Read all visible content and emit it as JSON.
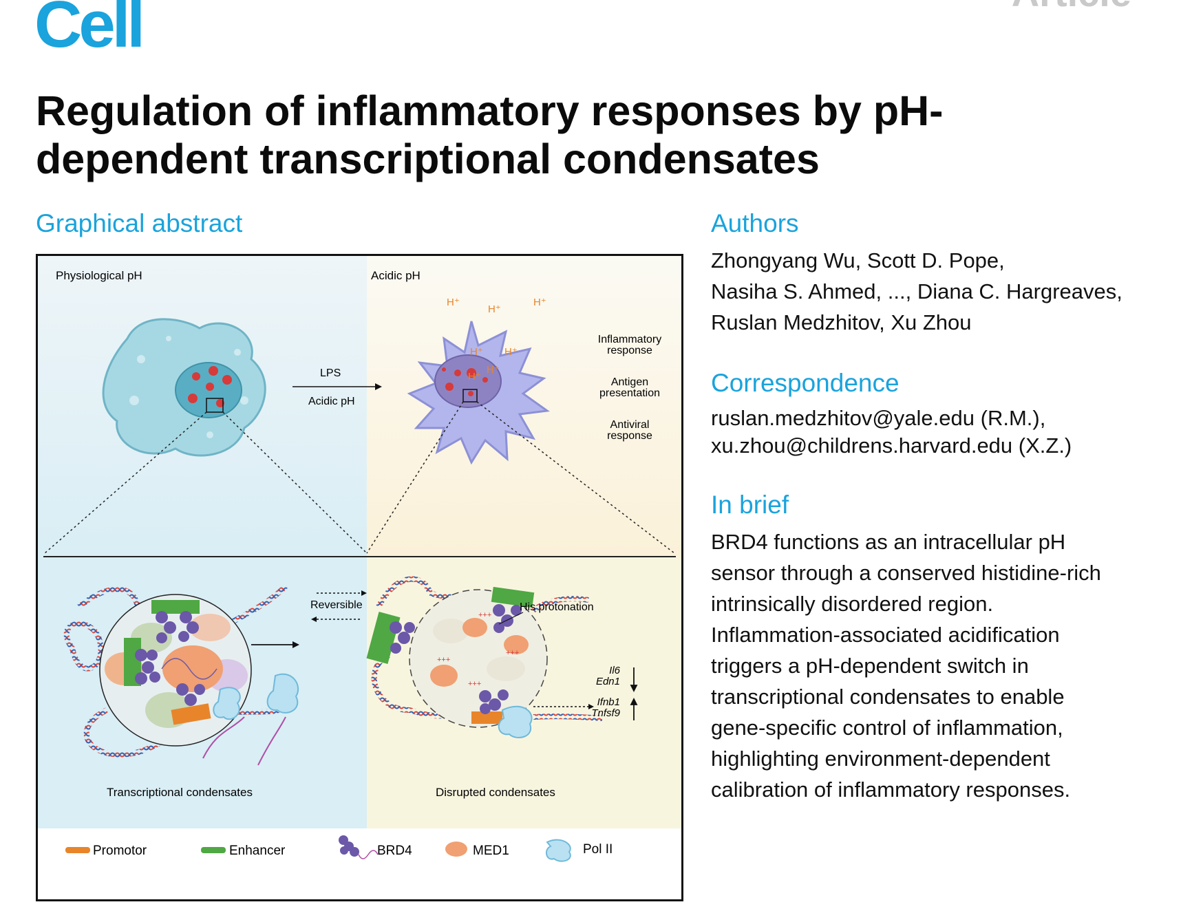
{
  "header": {
    "journal": "Cell",
    "article_type": "Article"
  },
  "title": "Regulation of inflammatory responses by pH-dependent transcriptional condensates",
  "graphical_abstract": {
    "heading": "Graphical abstract",
    "left_panel_label": "Physiological pH",
    "right_panel_label": "Acidic pH",
    "h_plus": "H⁺",
    "arrow_top": "LPS",
    "arrow_bottom": "Acidic pH",
    "responses": [
      "Inflammatory response",
      "Antigen presentation",
      "Antiviral response"
    ],
    "reversible": "Reversible",
    "his_protonation": "His protonation",
    "genes_down": [
      "Il6",
      "Edn1"
    ],
    "genes_up": [
      "Ifnb1",
      "Tnfsf9"
    ],
    "bottom_left_label": "Transcriptional condensates",
    "bottom_right_label": "Disrupted condensates",
    "legend": [
      {
        "label": "Promotor",
        "color": "#e8852a"
      },
      {
        "label": "Enhancer",
        "color": "#4fa843"
      },
      {
        "label": "BRD4",
        "color": "#6b58a8"
      },
      {
        "label": "MED1",
        "color": "#f0a072"
      },
      {
        "label": "Pol II",
        "color": "#9fd6ee"
      }
    ]
  },
  "authors": {
    "heading": "Authors",
    "lines": [
      "Zhongyang Wu, Scott D. Pope,",
      "Nasiha S. Ahmed, ..., Diana C. Hargreaves,",
      "Ruslan Medzhitov, Xu Zhou"
    ]
  },
  "correspondence": {
    "heading": "Correspondence",
    "lines": [
      "ruslan.medzhitov@yale.edu (R.M.),",
      "xu.zhou@childrens.harvard.edu (X.Z.)"
    ]
  },
  "in_brief": {
    "heading": "In brief",
    "lines": [
      "BRD4 functions as an intracellular pH",
      "sensor through a conserved histidine-rich",
      "intrinsically disordered region.",
      "Inflammation-associated acidification",
      "triggers a pH-dependent switch in",
      "transcriptional condensates to enable",
      "gene-specific control of inflammation,",
      "highlighting environment-dependent",
      "calibration of inflammatory responses."
    ]
  },
  "colors": {
    "accent": "#1aa3dc",
    "article_tag": "#c9c9c9"
  }
}
